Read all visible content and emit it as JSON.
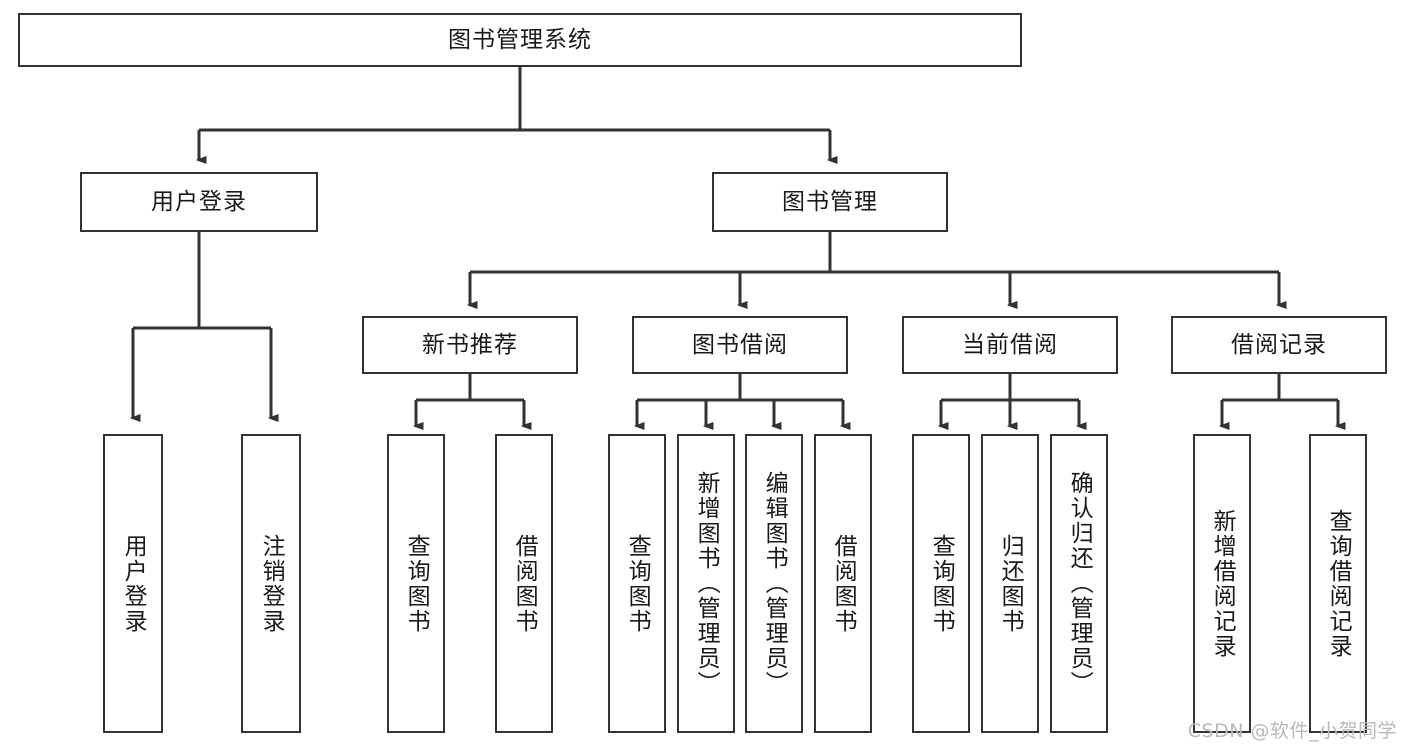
{
  "diagram": {
    "title": "图书管理系统",
    "watermark": "CSDN @软件_小贺同学",
    "line_color": "#333333",
    "box_fill": "#ffffff",
    "text_color": "#1a1a1a",
    "nodes": {
      "root": "图书管理系统",
      "level2": {
        "user_login": "用户登录",
        "book_manage": "图书管理"
      },
      "level3": {
        "new_book_recommend": "新书推荐",
        "book_borrow": "图书借阅",
        "current_borrow": "当前借阅",
        "borrow_record": "借阅记录"
      },
      "leaves": {
        "user_login_leaf": "用户登录",
        "logout_leaf": "注销登录",
        "query_book_a": "查询图书",
        "borrow_book_a": "借阅图书",
        "query_book_b": "查询图书",
        "add_book_admin": "新增图书（管理员）",
        "edit_book_admin": "编辑图书（管理员）",
        "borrow_book_b": "借阅图书",
        "query_book_c": "查询图书",
        "return_book": "归还图书",
        "confirm_return_admin": "确认归还（管理员）",
        "add_borrow_record": "新增借阅记录",
        "query_borrow_record": "查询借阅记录"
      }
    }
  }
}
